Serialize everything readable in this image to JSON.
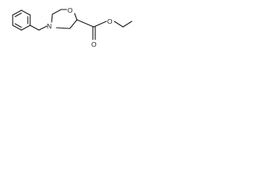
{
  "molecule": {
    "atoms": {
      "ring_n": "N",
      "ring_o": "O",
      "carbonyl_o": "O",
      "ester_o": "O"
    }
  }
}
